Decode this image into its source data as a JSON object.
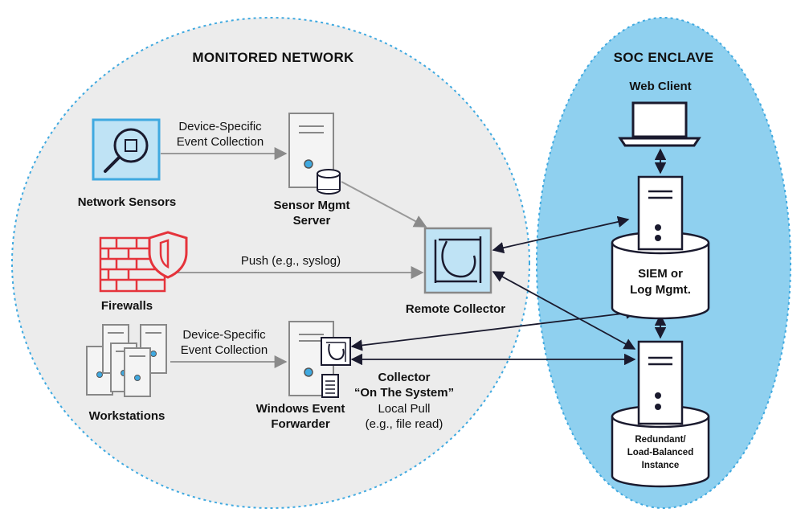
{
  "zones": {
    "monitored_network": "MONITORED NETWORK",
    "soc_enclave": "SOC ENCLAVE"
  },
  "nodes": {
    "network_sensors": "Network Sensors",
    "sensor_mgmt_line1": "Sensor Mgmt",
    "sensor_mgmt_line2": "Server",
    "firewalls": "Firewalls",
    "workstations": "Workstations",
    "remote_collector": "Remote Collector",
    "wef_line1": "Windows Event",
    "wef_line2": "Forwarder",
    "web_client": "Web Client",
    "siem_line1": "SIEM or",
    "siem_line2": "Log Mgmt.",
    "redundant_line1": "Redundant/",
    "redundant_line2": "Load-Balanced",
    "redundant_line3": "Instance"
  },
  "edges": {
    "sensors_to_mgmt_line1": "Device-Specific",
    "sensors_to_mgmt_line2": "Event Collection",
    "firewall_push": "Push (e.g., syslog)",
    "ws_to_wef_line1": "Device-Specific",
    "ws_to_wef_line2": "Event Collection",
    "collector_on_system_line1": "Collector",
    "collector_on_system_line2": "“On The System”",
    "local_pull_line1": "Local Pull",
    "local_pull_line2": "(e.g., file read)"
  },
  "colors": {
    "network_zone_fill": "#ececec",
    "zone_border": "#3fa9e0",
    "soc_fill": "#8fd0ef",
    "icon_highlight_fill": "#bfe3f5",
    "firewall_red": "#e5333b",
    "edge_gray": "#999999",
    "edge_dark": "#1a1a2e"
  }
}
